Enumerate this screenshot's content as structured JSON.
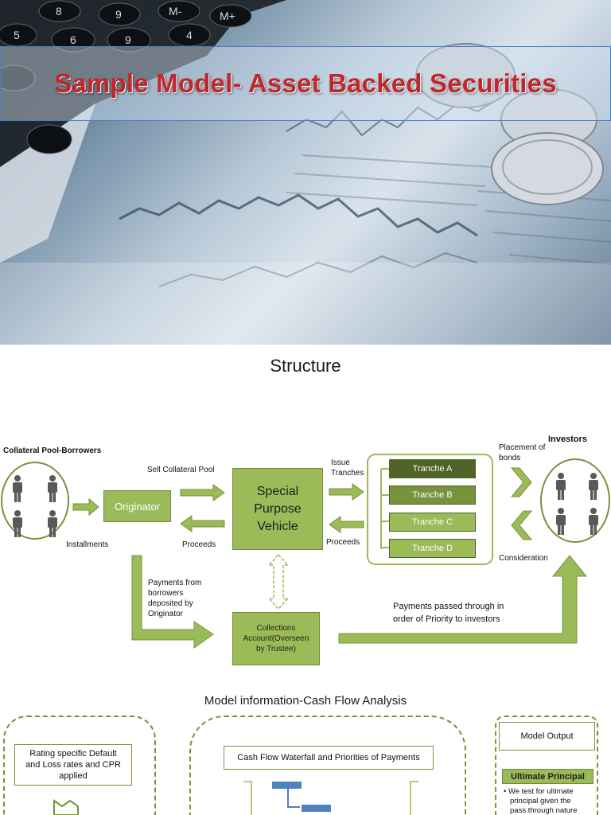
{
  "banner": {
    "title": "Sample Model- Asset Backed Securities",
    "calculator_keys": [
      "8",
      "9",
      "M-",
      "M+",
      "5",
      "6",
      "9",
      "4"
    ]
  },
  "structure_heading": "Structure",
  "diagram": {
    "collateral_pool_label": "Collateral Pool-Borrowers",
    "originator": "Originator",
    "installments_label": "Installments",
    "sell_pool_label": "Sell Collateral Pool",
    "proceeds_left_label": "Proceeds",
    "spv_lines": [
      "Special",
      "Purpose",
      "Vehicle"
    ],
    "issue_tranches_lines": [
      "Issue",
      "Tranches"
    ],
    "proceeds_right_label": "Proceeds",
    "tranches": [
      {
        "label": "Tranche A",
        "color": "#4f6228"
      },
      {
        "label": "Tranche B",
        "color": "#77933c"
      },
      {
        "label": "Tranche C",
        "color": "#9bbb59"
      },
      {
        "label": "Tranche D",
        "color": "#9bbb59"
      }
    ],
    "placement_lines": [
      "Placement of",
      "bonds"
    ],
    "investors_label": "Investors",
    "consideration_label": "Consideration",
    "payments_from_lines": [
      "Payments from",
      "borrowers",
      "deposited by",
      "Originator"
    ],
    "collections_lines": [
      "Collections",
      "Account(Overseen",
      "by Trustee)"
    ],
    "payments_passed_lines": [
      "Payments passed through in",
      "order of Priority to investors"
    ],
    "colors": {
      "primary_green": "#9bbb59",
      "dark_green": "#77933c",
      "deep_green": "#4f6228",
      "person": "#595959"
    }
  },
  "model_heading": "Model information-Cash Flow Analysis",
  "model": {
    "rating_lines": [
      "Rating specific Default",
      "and Loss rates and CPR",
      "applied"
    ],
    "waterfall_label": "Cash Flow Waterfall and Priorities of Payments",
    "model_output_label": "Model Output",
    "ultimate_principal_label": "Ultimate Principal",
    "ultimate_principal_bullet_lines": [
      "We test for ultimate",
      "principal given the",
      "pass through nature"
    ]
  }
}
